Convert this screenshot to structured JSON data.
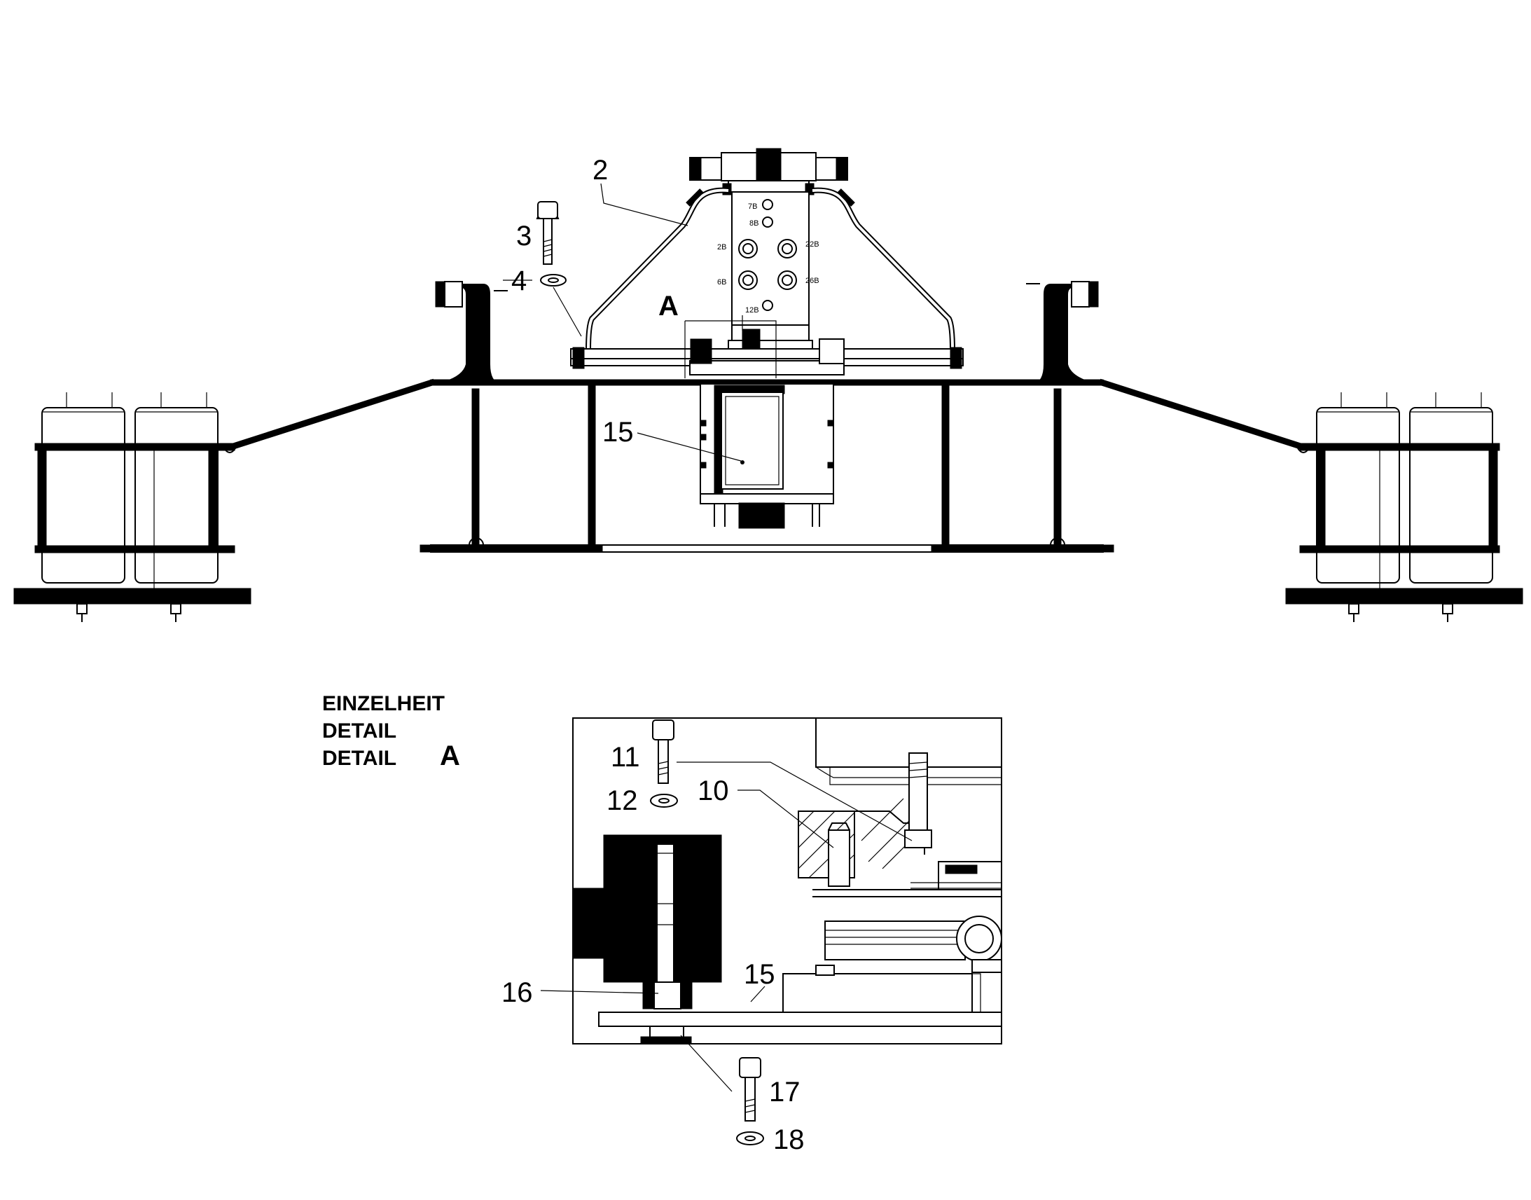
{
  "overview": {
    "callouts": {
      "c2": "2",
      "c3": "3",
      "c4": "4",
      "c15": "15",
      "view_a": "A"
    },
    "ports": [
      "7B",
      "8B",
      "2B",
      "22B",
      "6B",
      "26B",
      "12B"
    ]
  },
  "detail": {
    "title_lines": [
      "EINZELHEIT",
      "DETAIL",
      "DETAIL"
    ],
    "letter": "A",
    "callouts": {
      "c10": "10",
      "c11": "11",
      "c12": "12",
      "c15": "15",
      "c16": "16",
      "c17": "17",
      "c18": "18"
    }
  }
}
